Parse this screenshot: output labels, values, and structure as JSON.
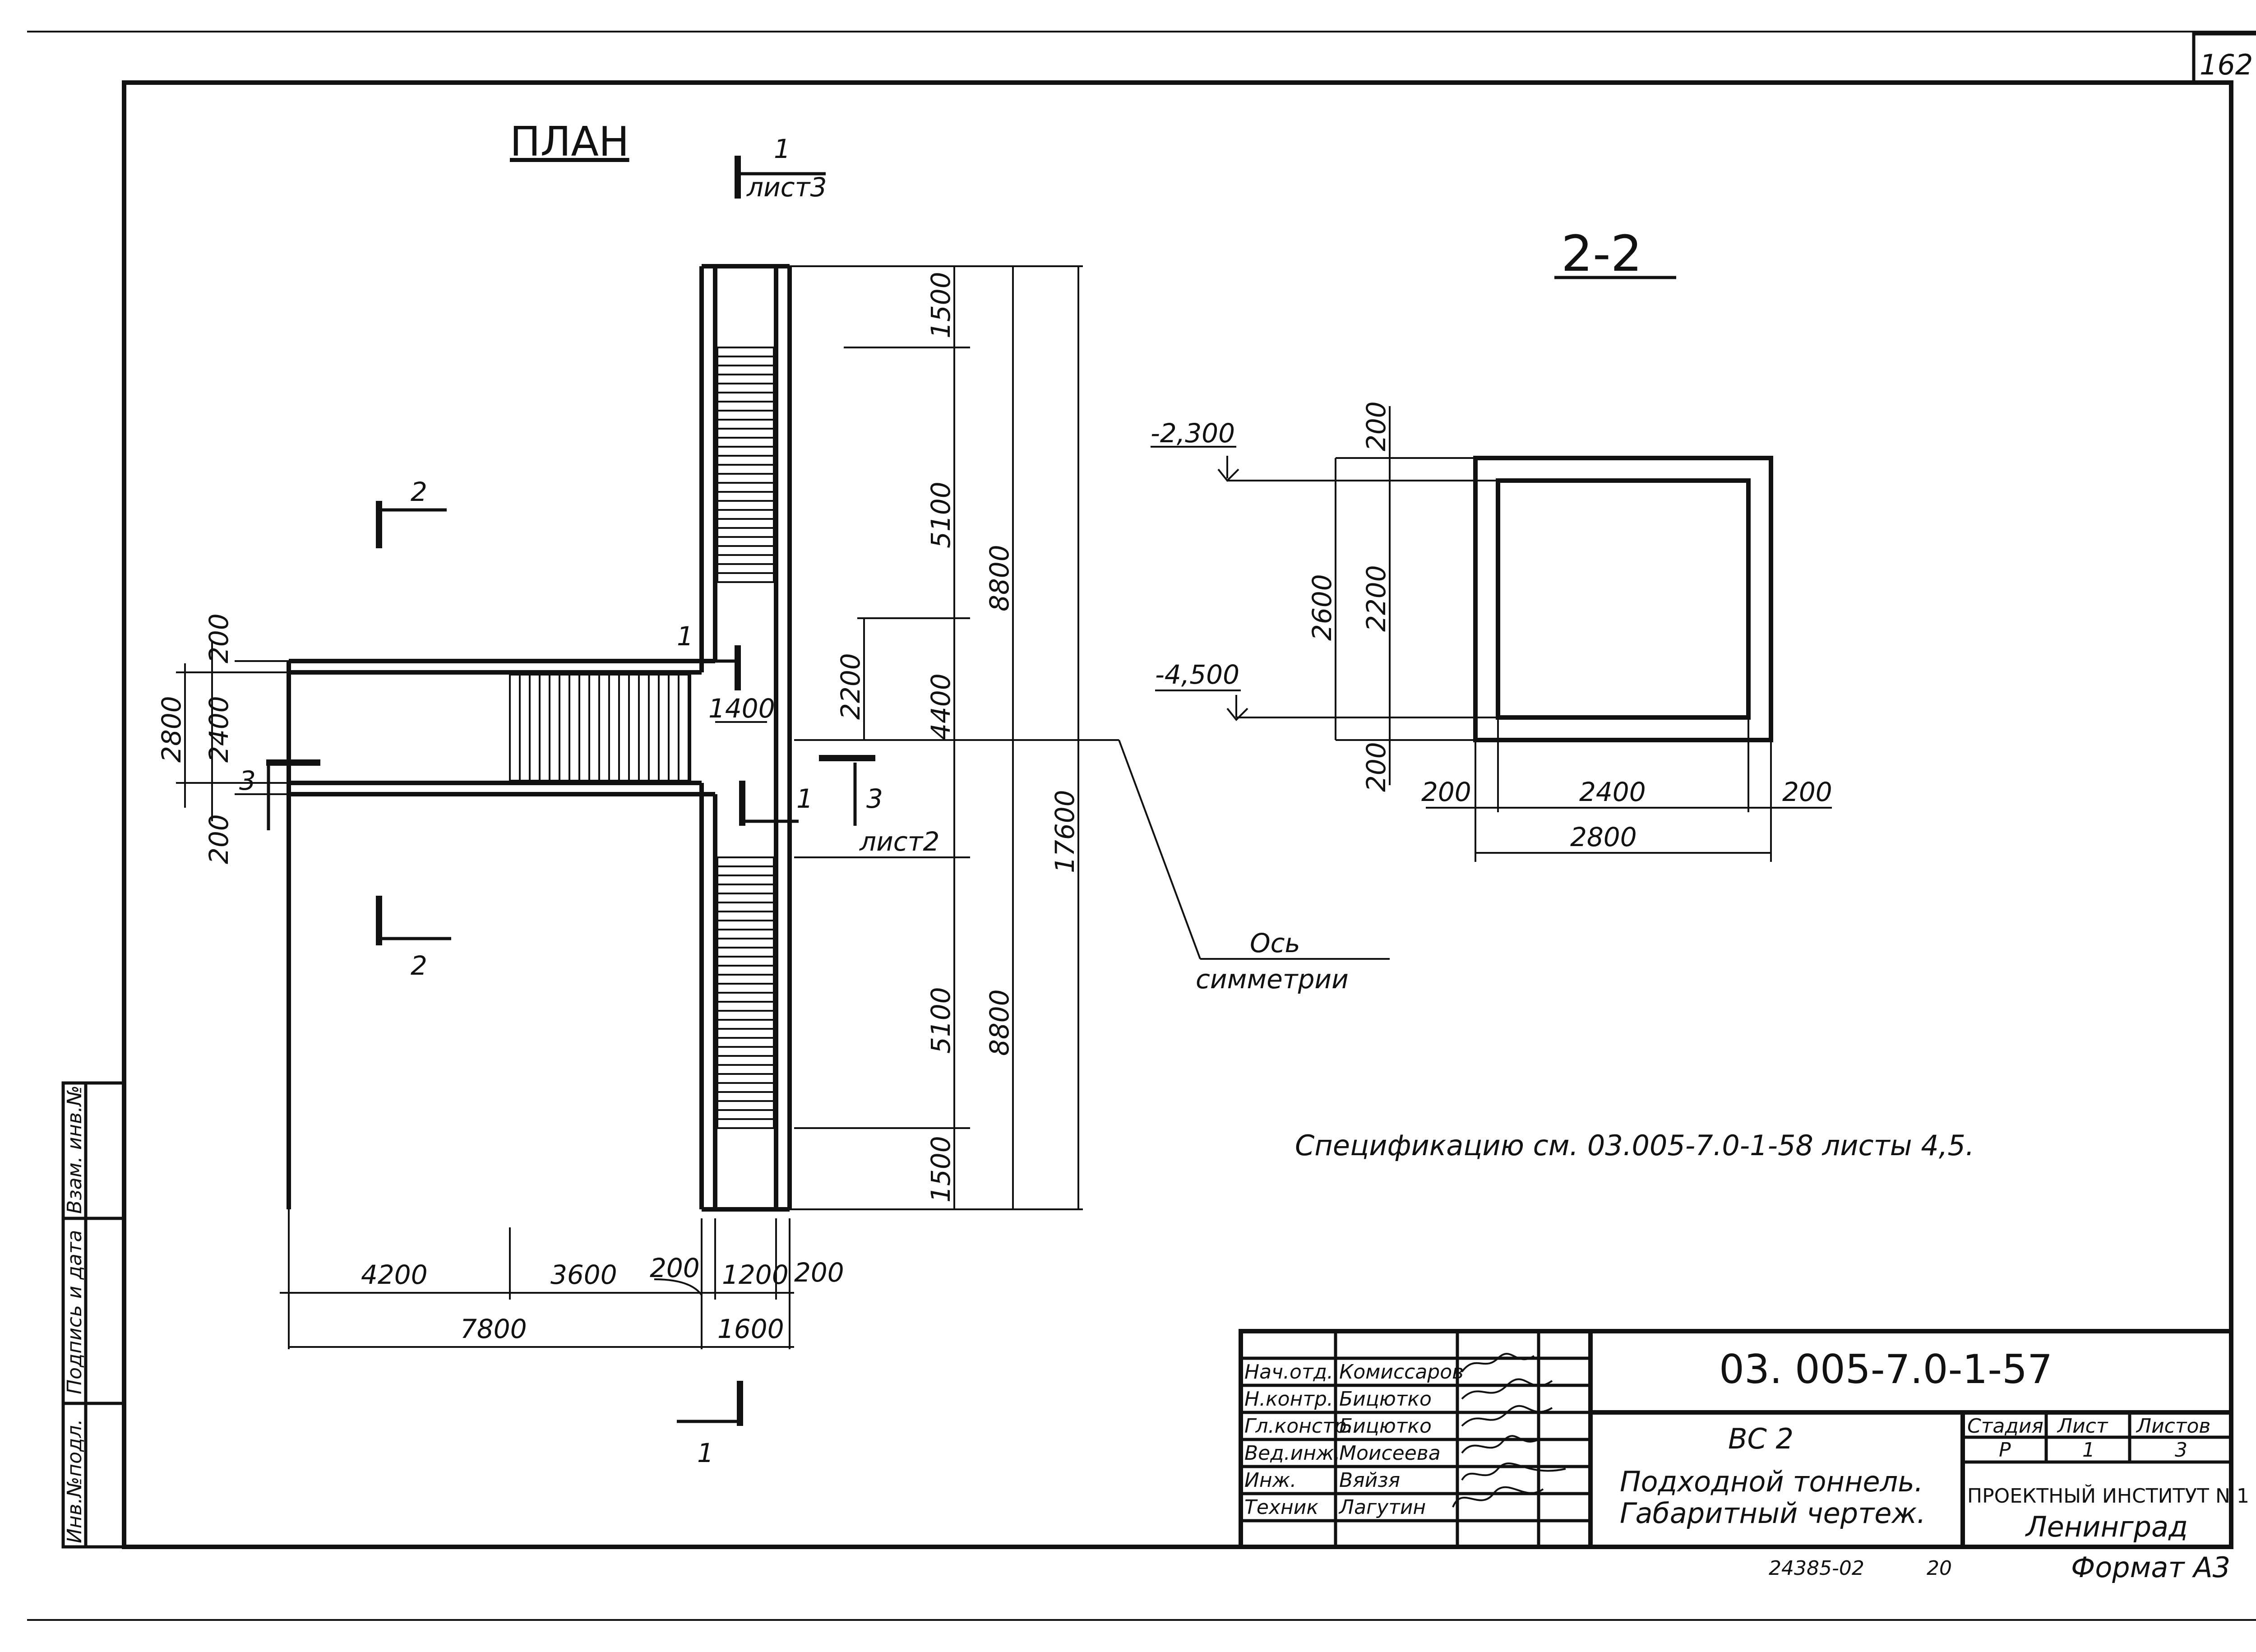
{
  "sheet_number": "162",
  "plan_title": "ПЛАН",
  "section_title": "2-2",
  "section_marks": {
    "cut1_number": "1",
    "cut1_sheet": "лист3",
    "cut2_number": "2",
    "cut3_number": "3",
    "detail_sheet": "лист2"
  },
  "plan_dims": {
    "d1500_top": "1500",
    "d5100_top": "5100",
    "d8800_top": "8800",
    "d2200": "2200",
    "d4400": "4400",
    "d17600": "17600",
    "d5100_bottom": "5100",
    "d8800_bottom": "8800",
    "d1500_bottom": "1500",
    "d1400": "1400",
    "d2800_left": "2800",
    "d2400_left": "2400",
    "d200_left_top": "200",
    "d200_left_bottom": "200",
    "d4200": "4200",
    "d3600": "3600",
    "d200_a": "200",
    "d1200": "1200",
    "d200_b": "200",
    "d7800": "7800",
    "d1600": "1600"
  },
  "axis_label_line1": "Ось",
  "axis_label_line2": "симметрии",
  "section_dims": {
    "level_top": "-2,300",
    "level_bottom": "-4,500",
    "d200_top": "200",
    "d2600": "2600",
    "d2200": "2200",
    "d200_bottom": "200",
    "d200_left": "200",
    "d2400": "2400",
    "d200_right": "200",
    "d2800": "2800"
  },
  "spec_note": "Спецификацию см. 03.005-7.0-1-58 листы 4,5.",
  "side_stamp": [
    "Инв.№подл.",
    "Подпись и дата",
    "Взам. инв.№"
  ],
  "title_block": {
    "doc_code": "03. 005-7.0-1-57",
    "staff": [
      {
        "role": "Нач.отд.",
        "name": "Комиссаров"
      },
      {
        "role": "Н.контр.",
        "name": "Бицютко"
      },
      {
        "role": "Гл.констр.",
        "name": "Бицютко"
      },
      {
        "role": "Вед.инж.",
        "name": "Моисеева"
      },
      {
        "role": "Инж.",
        "name": "Вяйзя"
      },
      {
        "role": "Техник",
        "name": "Лагутин"
      }
    ],
    "object_code": "ВС 2",
    "drawing_name_line1": "Подходной тоннель.",
    "drawing_name_line2": "Габаритный чертеж.",
    "stage_header": "Стадия",
    "sheet_header": "Лист",
    "sheets_header": "Листов",
    "stage_value": "Р",
    "sheet_value": "1",
    "sheets_value": "3",
    "org_line1": "ПРОЕКТНЫЙ ИНСТИТУТ N 1",
    "org_line2": "Ленинград",
    "archive_number": "24385-02",
    "archive_page": "20",
    "format": "Формат А3"
  }
}
